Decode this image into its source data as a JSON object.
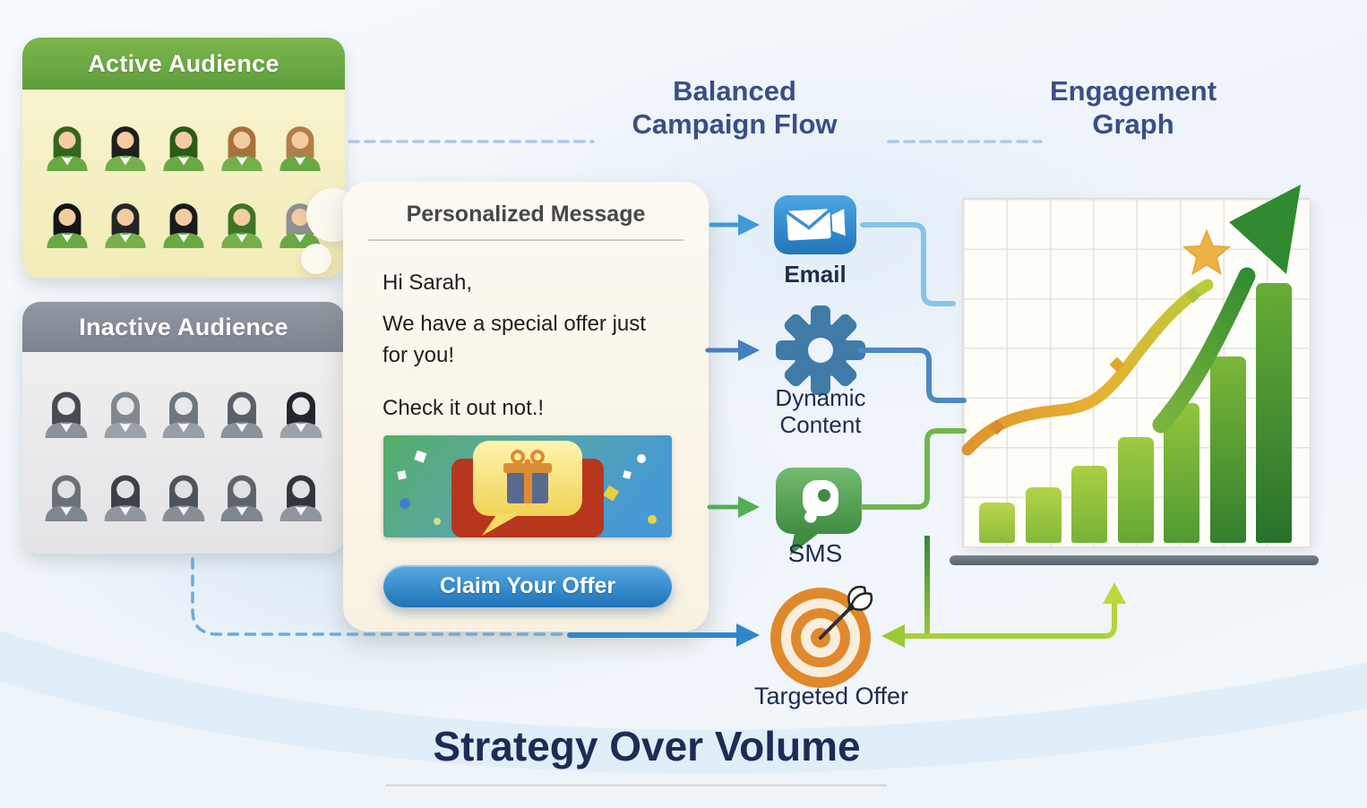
{
  "audience": {
    "active": {
      "header": "Active Audience"
    },
    "inactive": {
      "header": "Inactive Audience"
    }
  },
  "message_card": {
    "title": "Personalized Message",
    "greeting": "Hi Sarah,",
    "offer_line": "We have a special offer just for you!",
    "cta_line": "Check it out not.!",
    "button_label": "Claim Your Offer"
  },
  "flow": {
    "heading_line1": "Balanced",
    "heading_line2": "Campaign Flow",
    "channels": [
      {
        "label": "Email",
        "icon": "envelope-icon",
        "color": "#2e86c9"
      },
      {
        "label": "Dynamic Content",
        "icon": "gear-icon",
        "color": "#3f7ba6"
      },
      {
        "label": "SMS",
        "icon": "chat-bubble-icon",
        "color": "#4b9a4b"
      },
      {
        "label": "Targeted Offer",
        "icon": "bullseye-dart-icon",
        "color": "#e0882c"
      }
    ]
  },
  "graph": {
    "heading_line1": "Engagement",
    "heading_line2": "Graph",
    "chart": {
      "type": "bar",
      "bars_relative_height": [
        45,
        62,
        86,
        118,
        156,
        208,
        290
      ],
      "trend_line": "rising S-curve from lower-left to upper-right",
      "annotations": [
        "gold-star",
        "big-green-up-arrow"
      ],
      "axes_labeled": false
    }
  },
  "footer": {
    "title": "Strategy Over Volume"
  }
}
